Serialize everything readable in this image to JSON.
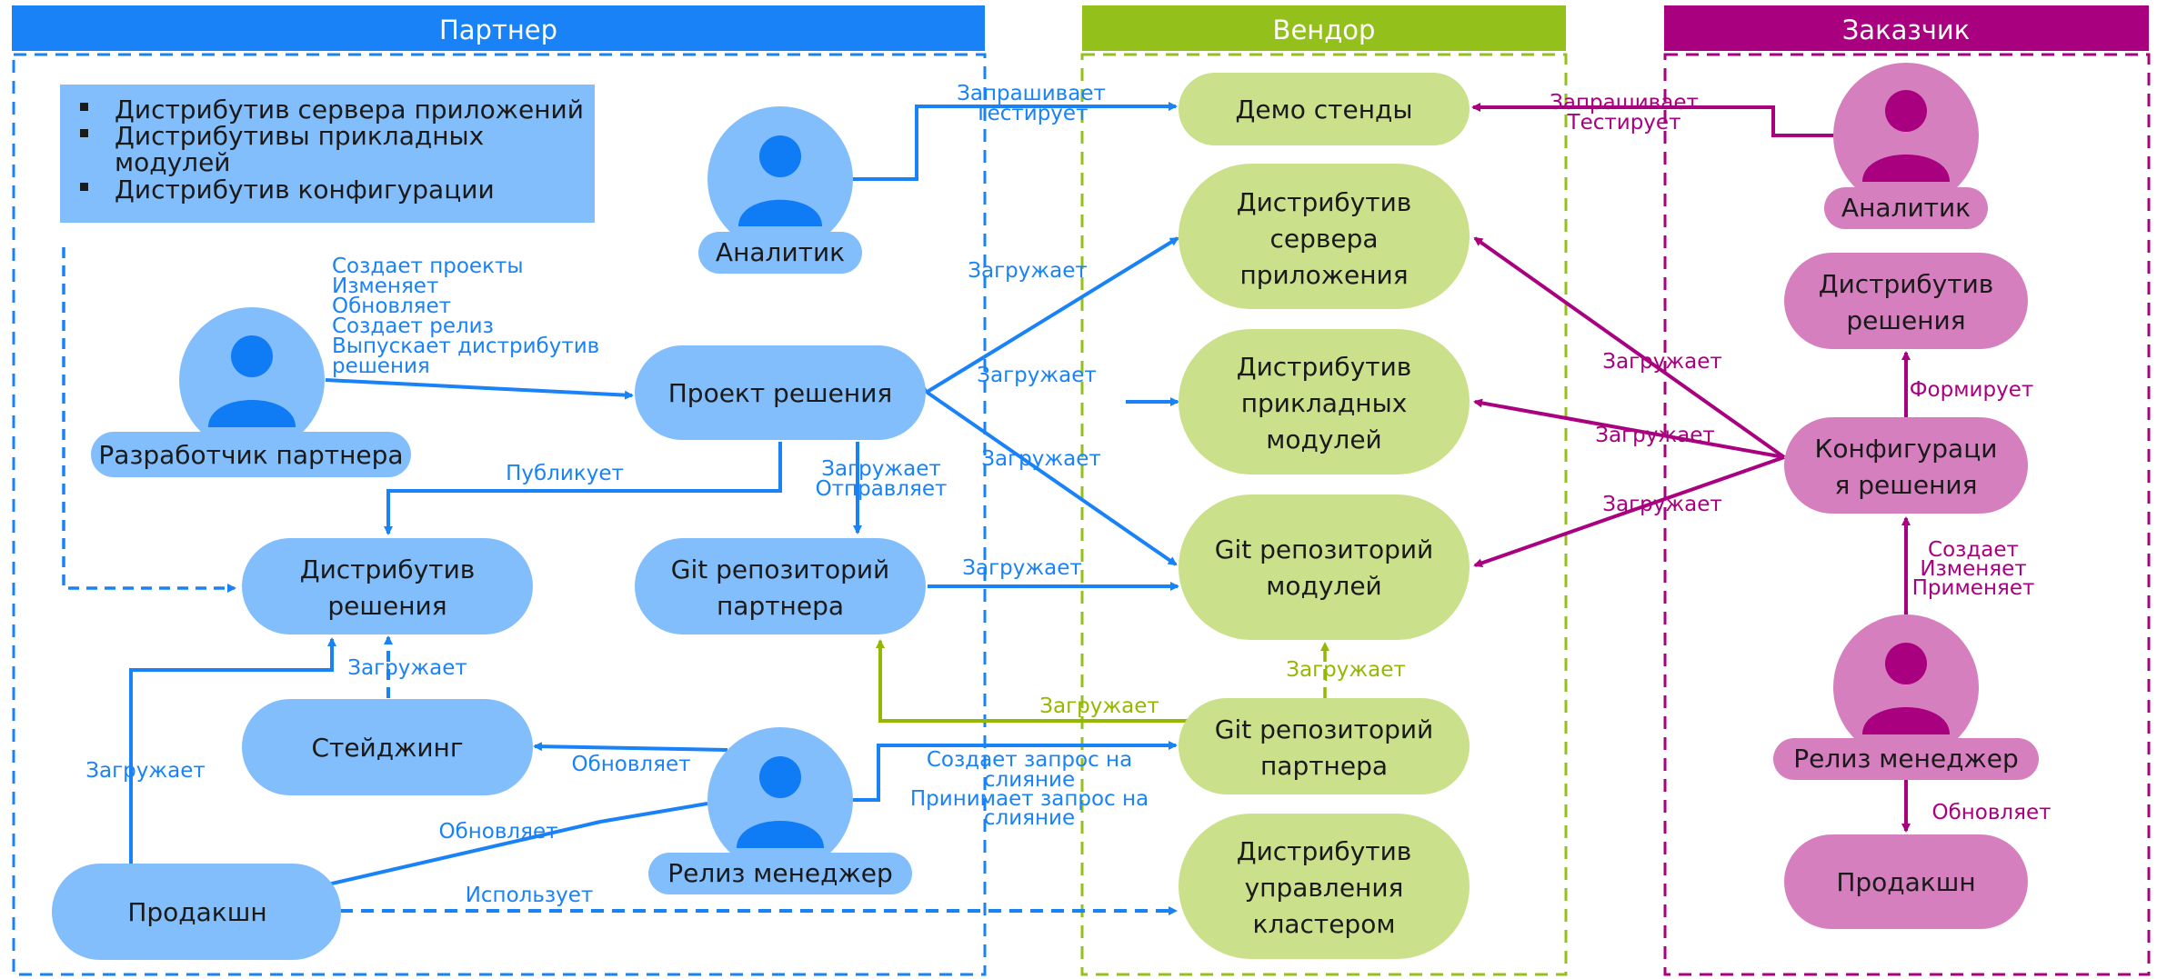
{
  "lanes": {
    "partner": "Партнер",
    "vendor": "Вендор",
    "customer": "Заказчик"
  },
  "colors": {
    "partner_header": "#1a82f7",
    "partner_node": "#82bdfc",
    "partner_person": "#0f7bf5",
    "vendor_header": "#94c01b",
    "vendor_node": "#cbe08a",
    "customer_header": "#a8007f",
    "customer_node": "#d67fbe",
    "customer_person": "#a8007f"
  },
  "partner": {
    "distribution_list": [
      "Дистрибутив сервера приложений",
      "Дистрибутивы прикладных",
      "модулей",
      "Дистрибутив конфигурации"
    ],
    "analyst": "Аналитик",
    "developer": "Разработчик партнера",
    "solution_project": "Проект решения",
    "solution_distribution": [
      "Дистрибутив",
      "решения"
    ],
    "partner_git": [
      "Git репозиторий",
      "партнера"
    ],
    "staging": "Стейджинг",
    "production": "Продакшн",
    "release_manager": "Релиз менеджер"
  },
  "vendor": {
    "demo_stands": "Демо стенды",
    "app_server_distribution": [
      "Дистрибутив",
      "сервера",
      "приложения"
    ],
    "app_modules_distribution": [
      "Дистрибутив",
      "прикладных",
      "модулей"
    ],
    "modules_git": [
      "Git репозиторий",
      "модулей"
    ],
    "partner_git": [
      "Git репозиторий",
      "партнера"
    ],
    "cluster_distribution": [
      "Дистрибутив",
      "управления",
      "кластером"
    ]
  },
  "customer": {
    "analyst": "Аналитик",
    "solution_distribution": [
      "Дистрибутив",
      "решения"
    ],
    "solution_configuration": [
      "Конфигураци",
      "я решения"
    ],
    "release_manager": "Релиз менеджер",
    "production": "Продакшн"
  },
  "edges": {
    "p_analyst_demo": [
      "Запрашивает",
      "Тестирует"
    ],
    "c_analyst_demo": [
      "Запрашивает",
      "Тестирует"
    ],
    "dev_project": [
      "Создает проекты",
      "Изменяет",
      "Обновляет",
      "Создает релиз",
      "Выпускает дистрибутив",
      "решения"
    ],
    "project_to_appserver": "Загружает",
    "project_to_modules": "Загружает",
    "project_to_modgit": "Загружает",
    "publish": "Публикует",
    "project_to_git": [
      "Загружает",
      "Отправляет"
    ],
    "pgit_to_modgit": "Загружает",
    "staging_to_distr": "Загружает",
    "prod_to_distr": "Загружает",
    "rm_to_staging": "Обновляет",
    "rm_to_prod": "Обновляет",
    "rm_to_vgit": [
      "Создает запрос на",
      "слияние",
      "Принимает запрос на",
      "слияние"
    ],
    "vgit_to_modgit": "Загружает",
    "vgit_to_pgit": "Загружает",
    "prod_uses_cluster": "Использует",
    "conf_to_appserver": "Загружает",
    "conf_to_modules": "Загружает",
    "conf_to_modgit": "Загружает",
    "conf_to_solution": "Формирует",
    "crm_to_conf": [
      "Создает",
      "Изменяет",
      "Применяет"
    ],
    "crm_to_prod": "Обновляет"
  }
}
